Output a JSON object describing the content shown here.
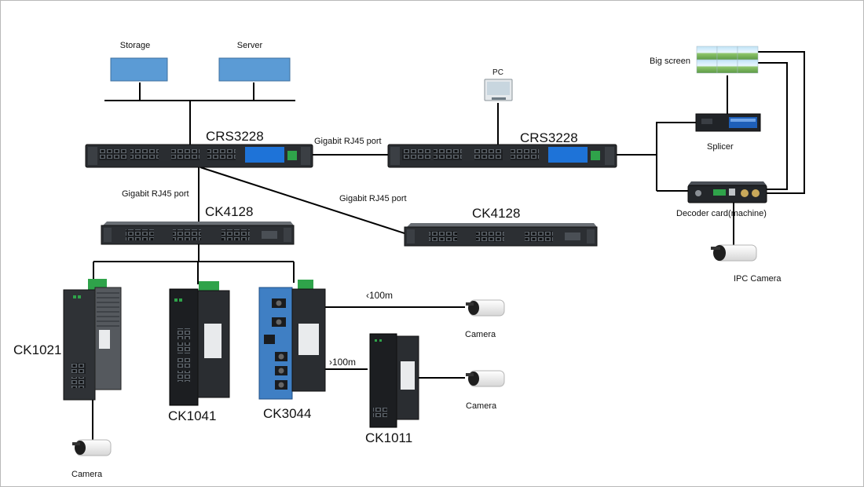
{
  "labels": {
    "storage": "Storage",
    "server": "Server",
    "pc": "PC",
    "big_screen": "Big screen",
    "splicer": "Splicer",
    "decoder": "Decoder card(machine)",
    "ipc_camera": "IPC Camera",
    "crs_left": "CRS3228",
    "crs_right": "CRS3228",
    "gigabit_top": "Gigabit  RJ45 port",
    "gigabit_left": "Gigabit  RJ45 port",
    "gigabit_mid": "Gigabit  RJ45 port",
    "ck4128_left": "CK4128",
    "ck4128_right": "CK4128",
    "ck1021": "CK1021",
    "ck1041": "CK1041",
    "ck3044": "CK3044",
    "ck1011": "CK1011",
    "lt100m": "‹100m",
    "gt100m": "›100m",
    "camera_a": "Camera",
    "camera_b": "Camera",
    "camera_c": "Camera"
  },
  "colors": {
    "line": "#000000",
    "box_fill": "#5b9bd5",
    "box_stroke": "#3d6f9e",
    "switch_body": "#2c2f33",
    "switch_accent": "#1e73d8",
    "din_blue": "#3f7fc4",
    "terminal_green": "#2fa34a"
  },
  "icons": {
    "storage": "storage-box-icon",
    "server": "server-box-icon",
    "pc": "monitor-icon",
    "camera": "bullet-camera-icon"
  }
}
